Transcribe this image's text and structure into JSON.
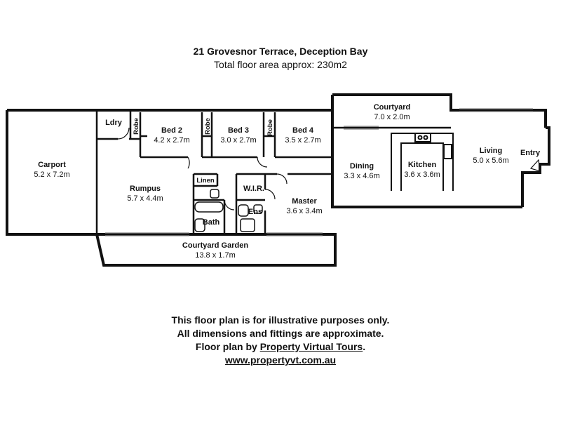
{
  "header": {
    "address": "21 Grovesnor Terrace, Deception Bay",
    "floor_area": "Total floor area approx: 230m2"
  },
  "rooms": {
    "carport": {
      "name": "Carport",
      "dims": "5.2 x 7.2m"
    },
    "laundry": {
      "name": "Ldry"
    },
    "robe1": {
      "name": "Robe"
    },
    "bed2": {
      "name": "Bed 2",
      "dims": "4.2 x 2.7m"
    },
    "robe2": {
      "name": "Robe"
    },
    "bed3": {
      "name": "Bed 3",
      "dims": "3.0 x 2.7m"
    },
    "robe3": {
      "name": "Robe"
    },
    "bed4": {
      "name": "Bed 4",
      "dims": "3.5 x 2.7m"
    },
    "courtyard": {
      "name": "Courtyard",
      "dims": "7.0 x 2.0m"
    },
    "dining": {
      "name": "Dining",
      "dims": "3.3 x 4.6m"
    },
    "kitchen": {
      "name": "Kitchen",
      "dims": "3.6 x 3.6m"
    },
    "living": {
      "name": "Living",
      "dims": "5.0 x 5.6m"
    },
    "entry": {
      "name": "Entry"
    },
    "rumpus": {
      "name": "Rumpus",
      "dims": "5.7 x 4.4m"
    },
    "linen": {
      "name": "Linen"
    },
    "wir": {
      "name": "W.I.R."
    },
    "master": {
      "name": "Master",
      "dims": "3.6 x 3.4m"
    },
    "ens": {
      "name": "Ens"
    },
    "bath": {
      "name": "Bath"
    },
    "courtyard_garden": {
      "name": "Courtyard Garden",
      "dims": "13.8 x 1.7m"
    }
  },
  "footer": {
    "line1": "This floor plan is for illustrative purposes only.",
    "line2": "All dimensions and fittings are approximate.",
    "line3_prefix": "Floor plan by ",
    "line3_link": "Property Virtual Tours",
    "line3_suffix": ".",
    "website": "www.propertyvt.com.au"
  }
}
